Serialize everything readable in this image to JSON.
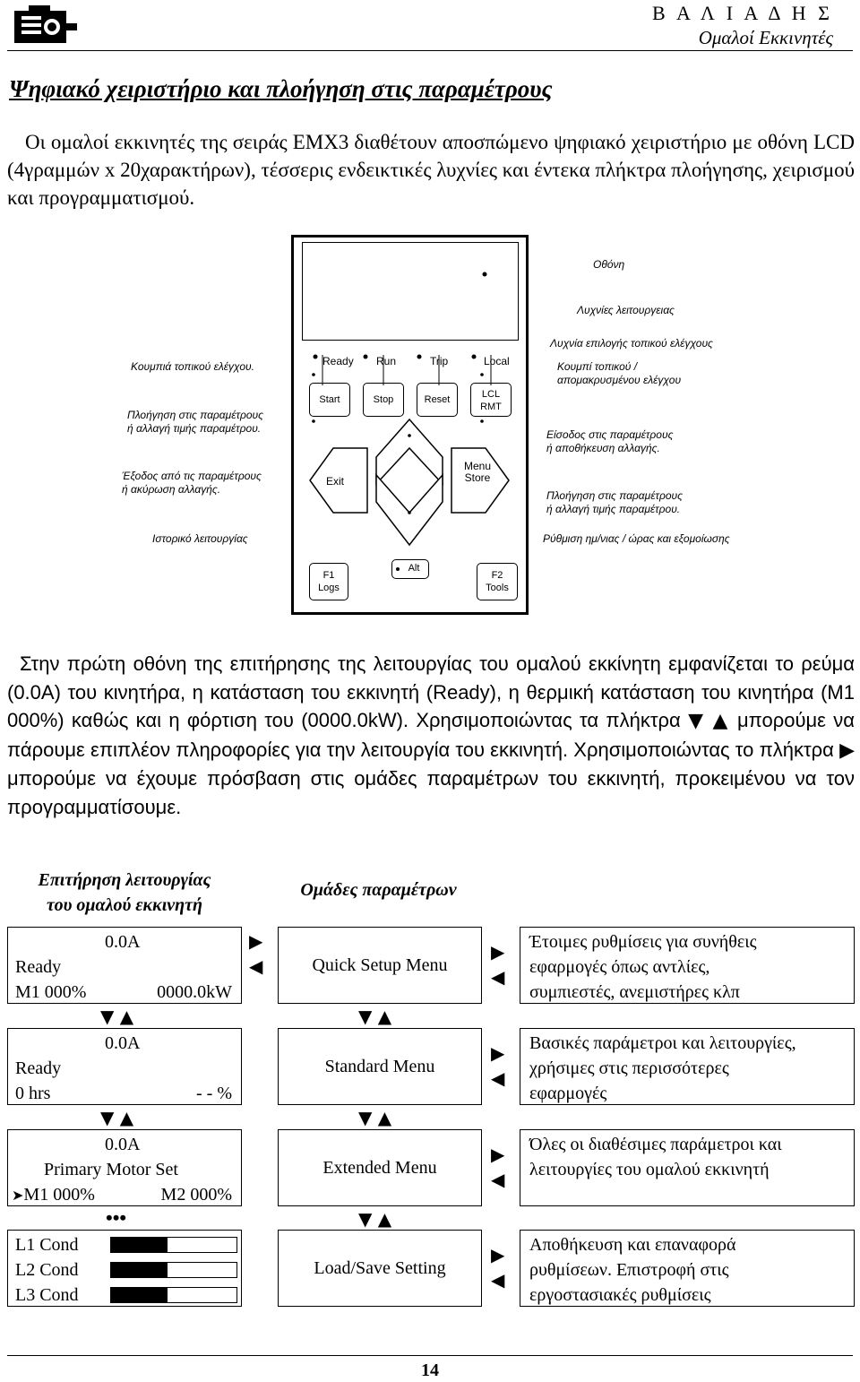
{
  "header": {
    "brand": "Β Α Λ Ι Α Δ Η Σ",
    "subtitle": "Ομαλοί Εκκινητές"
  },
  "title": "Ψηφιακό χειριστήριο και πλοήγηση στις παραμέτρους",
  "intro": "Οι ομαλοί εκκινητές της σειράς EMX3 διαθέτουν αποσπώμενο ψηφιακό χειριστήριο με οθόνη LCD (4γραμμών x 20χαρακτήρων), τέσσερις ενδεικτικές λυχνίες και έντεκα πλήκτρα πλοήγησης, χειρισμού και προγραμματισμού.",
  "keypad": {
    "leds": [
      "Ready",
      "Run",
      "Trip",
      "Local"
    ],
    "keys": {
      "start": "Start",
      "stop": "Stop",
      "reset": "Reset",
      "lcl": "LCL",
      "rmt": "RMT",
      "exit": "Exit",
      "menu": "Menu",
      "store": "Store",
      "alt": "Alt",
      "f1": "F1",
      "logs": "Logs",
      "f2": "F2",
      "tools": "Tools"
    },
    "labels": {
      "display": "Οθόνη",
      "leds": "Λυχνίες λειτουργειας",
      "local_led": "Λυχνία επιλογής τοπικού ελέγχους",
      "local_btn_1": "Κουμπί τοπικού /",
      "local_btn_2": "απομακρυσμένου ελέγχου",
      "enter_1": "Είσοδος στις παραμέτρους",
      "enter_2": "ή αποθήκευση αλλαγής.",
      "nav_r_1": "Πλοήγηση στις παραμέτρους",
      "nav_r_2": "ή αλλαγή τιμής παραμέτρου.",
      "datetime": "Ρύθμιση ημ/νιας / ώρας και εξομοίωσης",
      "local_ctrl": "Κουμπιά τοπικού ελέγχου.",
      "nav_l_1": "Πλοήγηση στις παραμέτρους",
      "nav_l_2": "ή αλλαγή τιμής παραμέτρου.",
      "exit_1": "Έξοδος από  τις  παραμέτρους",
      "exit_2": "ή ακύρωση αλλαγής.",
      "history": "Ιστορικό λειτουργίας"
    }
  },
  "para2_a": "Στην πρώτη οθόνη της επιτήρησης της λειτουργίας του ομαλού εκκίνητη εμφανίζεται το ρεύμα (0.0A) του κινητήρα, η κατάσταση του εκκινητή (Ready), η θερμική κατάσταση του κινητήρα (M1 000%) καθώς και η φόρτιση του (0000.0kW). Χρησιμοποιώντας τα πλήκτρα",
  "para2_b": "μπορούμε να πάρουμε επιπλέον πληροφορίες για την λειτουργία του εκκινητή. Χρησιμοποιώντας το πλήκτρα",
  "para2_c": "μπορούμε να έχουμε πρόσβαση στις ομάδες παραμέτρων του εκκινητή, προκειμένου να τον προγραμματίσουμε.",
  "diagram": {
    "col1_title_1": "Επιτήρηση λειτουργίας",
    "col1_title_2": "του ομαλού εκκινητή",
    "col2_title": "Ομάδες παραμέτρων",
    "screen1": {
      "line1": "0.0A",
      "line2": "Ready",
      "line3a": "M1 000%",
      "line3b": "0000.0kW"
    },
    "screen2": {
      "line1": "0.0A",
      "line2": "Ready",
      "line3a": "0 hrs",
      "line3b": "- - %"
    },
    "screen3": {
      "line1": "0.0A",
      "line2": "Primary Motor Set",
      "line3a": "M1 000%",
      "line3b": "M2 000%"
    },
    "screen4": {
      "rows": [
        "L1 Cond",
        "L2 Cond",
        "L3 Cond"
      ],
      "levels": [
        0.45,
        0.45,
        0.45
      ]
    },
    "ellipsis": "•••",
    "menus": [
      "Quick Setup Menu",
      "Standard Menu",
      "Extended Menu",
      "Load/Save Setting"
    ],
    "descs": [
      [
        "Έτοιμες ρυθμίσεις για συνήθεις",
        "εφαρμογές όπως αντλίες,",
        "συμπιεστές, ανεμιστήρες κλπ"
      ],
      [
        "Βασικές παράμετροι και λειτουργίες,",
        "χρήσιμες στις περισσότερες",
        "εφαρμογές"
      ],
      [
        "Όλες οι διαθέσιμες παράμετροι και",
        "λειτουργίες του ομαλού εκκινητή"
      ],
      [
        "Αποθήκευση και επαναφορά",
        "ρυθμίσεων. Επιστροφή στις",
        "εργοστασιακές ρυθμίσεις"
      ]
    ]
  },
  "page_number": "14"
}
